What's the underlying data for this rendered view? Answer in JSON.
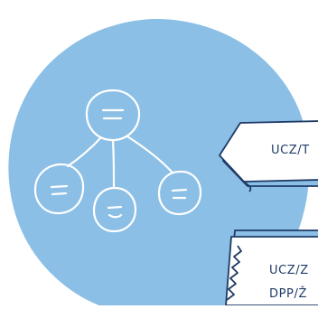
{
  "illustration": {
    "subject": "hand-drawn hierarchy icon in a blue circle with two document tabs",
    "colors": {
      "background": "#ffffff",
      "circle": "#8bbfe6",
      "outline": "#ffffff",
      "tag_fill": "#ffffff",
      "tag_bottom": "#8bbfe6",
      "stroke": "#1f3b66",
      "text": "#1f3b66"
    },
    "icons": [
      "hierarchy-icon",
      "document-tag",
      "document-binder"
    ]
  },
  "tag_top": {
    "label": "UCZ/T"
  },
  "binder": {
    "line_1": "UCZ/Z",
    "line_2": "DPP/Ž"
  }
}
